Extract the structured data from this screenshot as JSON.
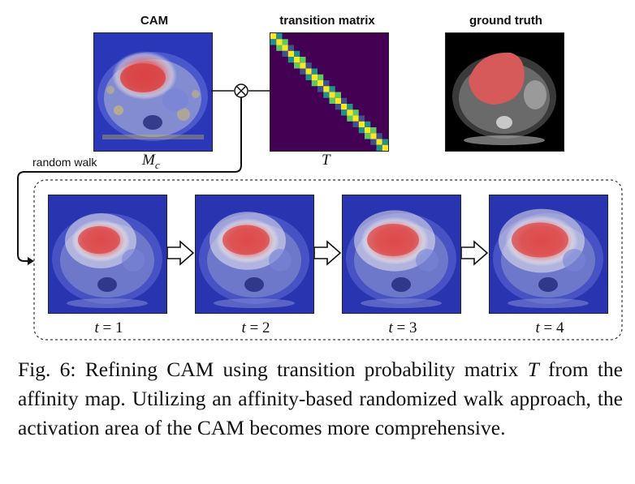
{
  "figure": {
    "cam_label": "CAM",
    "matrix_label": "transition matrix",
    "gt_label": "ground truth",
    "mc_symbol": "M",
    "mc_subscript": "c",
    "t_symbol": "T",
    "random_walk_label": "random walk",
    "steps": [
      {
        "var": "t",
        "eq": " = 1"
      },
      {
        "var": "t",
        "eq": " = 2"
      },
      {
        "var": "t",
        "eq": " = 3"
      },
      {
        "var": "t",
        "eq": " = 4"
      }
    ]
  },
  "caption": {
    "prefix": "Fig. 6: Refining CAM using transition probability matrix ",
    "symbol": "T",
    "suffix": " from the affinity map. Utilizing an affinity-based randomized walk approach, the activation area of the CAM becomes more comprehensive."
  },
  "colors": {
    "matrix_bg": "#440154",
    "matrix_diag_dark": "#26828e",
    "matrix_diag_light": "#fde725",
    "liver_overlay": "#e04040",
    "cam_blue": "#3a48c8"
  }
}
